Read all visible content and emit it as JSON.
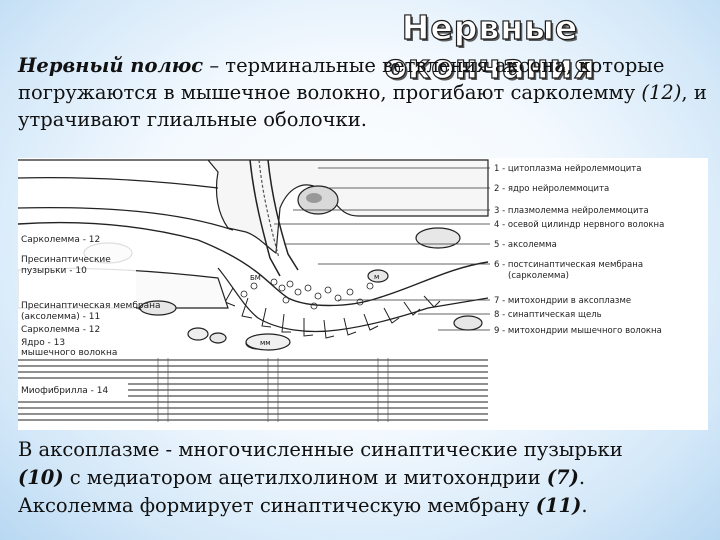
{
  "slide": {
    "title": "Нервные окончания",
    "intro": {
      "term": "Нервный полюс",
      "text1": " – терминальные ветвления аксона, которые погружаются в мышечное волокно, прогибают сарколемму ",
      "num": "(12)",
      "text2": ",  и утрачивают глиальные оболочки."
    },
    "bottom": {
      "line1_a": "В аксоплазме  - многочисленные синаптические пузырьки ",
      "line2_num1": "(10)",
      "line2_b": " с медиатором ацетилхолином и митохондрии ",
      "line2_num2": "(7)",
      "line2_c": ".",
      "line3_a": "Аксолемма формирует синаптическую мембрану ",
      "line3_num": "(11)",
      "line3_b": "."
    }
  },
  "figure": {
    "right_labels": [
      {
        "n": "1",
        "text": "- цитоплазма нейролеммоцита"
      },
      {
        "n": "2",
        "text": "- ядро нейролеммоцита"
      },
      {
        "n": "3",
        "text": "- плазмолемма нейролеммоцита"
      },
      {
        "n": "4",
        "text": "- осевой цилиндр нервного волокна"
      },
      {
        "n": "5",
        "text": "- аксолемма"
      },
      {
        "n": "6",
        "text": "- постсинаптическая мембрана"
      },
      {
        "n": "",
        "text": "(сарколемма)"
      },
      {
        "n": "7",
        "text": "- митохондрии в аксоплазме"
      },
      {
        "n": "8",
        "text": "- синаптическая щель"
      },
      {
        "n": "9",
        "text": "- митохондрии мышечного волокна"
      }
    ],
    "left_labels": {
      "sarcolemma_top": "Сарколемма - 12",
      "presyn_vesicles_1": "Пресинаптические",
      "presyn_vesicles_2": "пузырьки - 10",
      "presyn_membrane_1": "Пресинаптическая мембрана",
      "presyn_membrane_2": "(аксолемма) -   11",
      "sarcolemma_bottom": "Сарколемма -    12",
      "nucleus_1": "Ядро - 13",
      "nucleus_2": "мышечного волокна",
      "myofibril": "Миофибрилла - 14"
    },
    "tiny_labels": {
      "bm": "БМ",
      "mm": "мм",
      "m": "м"
    }
  }
}
